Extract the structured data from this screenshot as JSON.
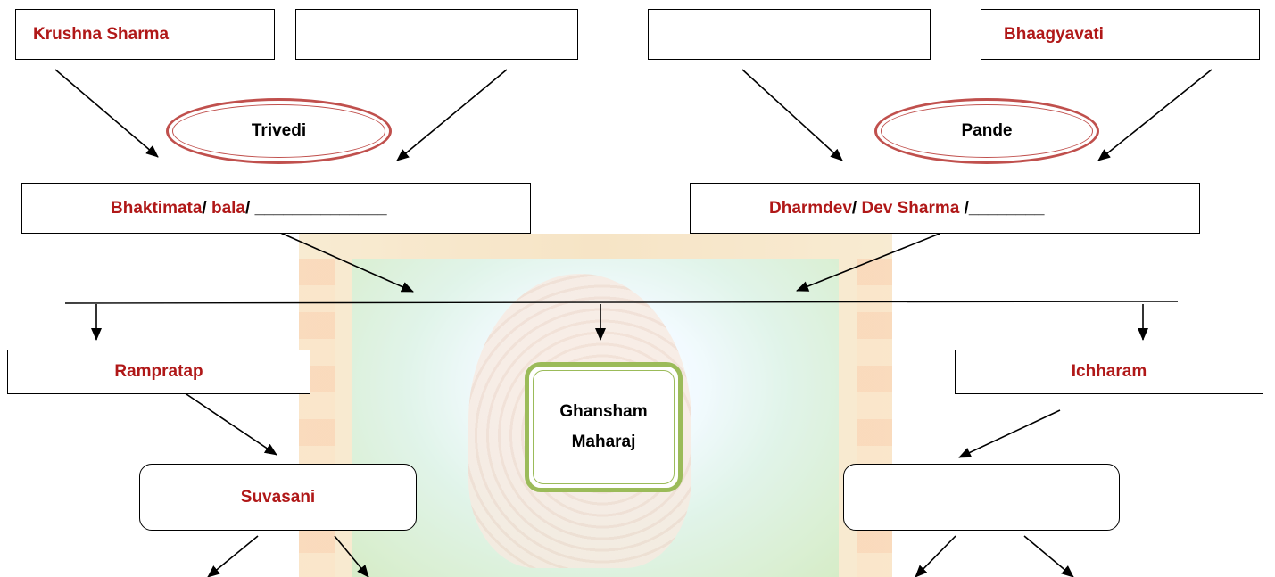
{
  "top_row": {
    "box1": "Krushna Sharma",
    "box2": "",
    "box3": "",
    "box4": "Bhaagyavati"
  },
  "ovals": {
    "left": "Trivedi",
    "right": "Pande"
  },
  "parents": {
    "mother": {
      "name1": "Bhaktimata",
      "sep1": "/ ",
      "name2": "bala",
      "sep2": "/ ",
      "blank": "______________"
    },
    "father": {
      "name1": "Dharmdev",
      "sep1": "/ ",
      "name2": "Dev Sharma",
      "sep2": " /",
      "blank": "________"
    }
  },
  "children": {
    "left": "Rampratap",
    "center_line1": "Ghansham",
    "center_line2": "Maharaj",
    "right": "Ichharam"
  },
  "spouses": {
    "left": "Suvasani",
    "right": ""
  },
  "colors": {
    "name_red": "#b01818",
    "oval_border": "#c0504d",
    "center_border": "#9bbb59"
  }
}
